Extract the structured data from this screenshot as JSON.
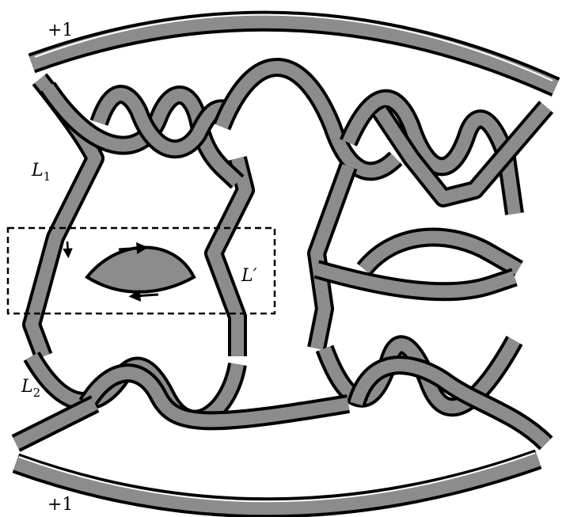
{
  "labels": {
    "top_framing": "+1",
    "bottom_framing": "+1",
    "l1_main": "L",
    "l1_sub": "1",
    "l2_main": "L",
    "l2_sub": "2",
    "lprime": "L′"
  },
  "colors": {
    "band_fill": "#8c8c8c",
    "band_edge": "#000000",
    "highlight": "#ffffff",
    "box_stroke": "#000000",
    "background": "#ffffff"
  },
  "box": {
    "style": "dashed"
  }
}
